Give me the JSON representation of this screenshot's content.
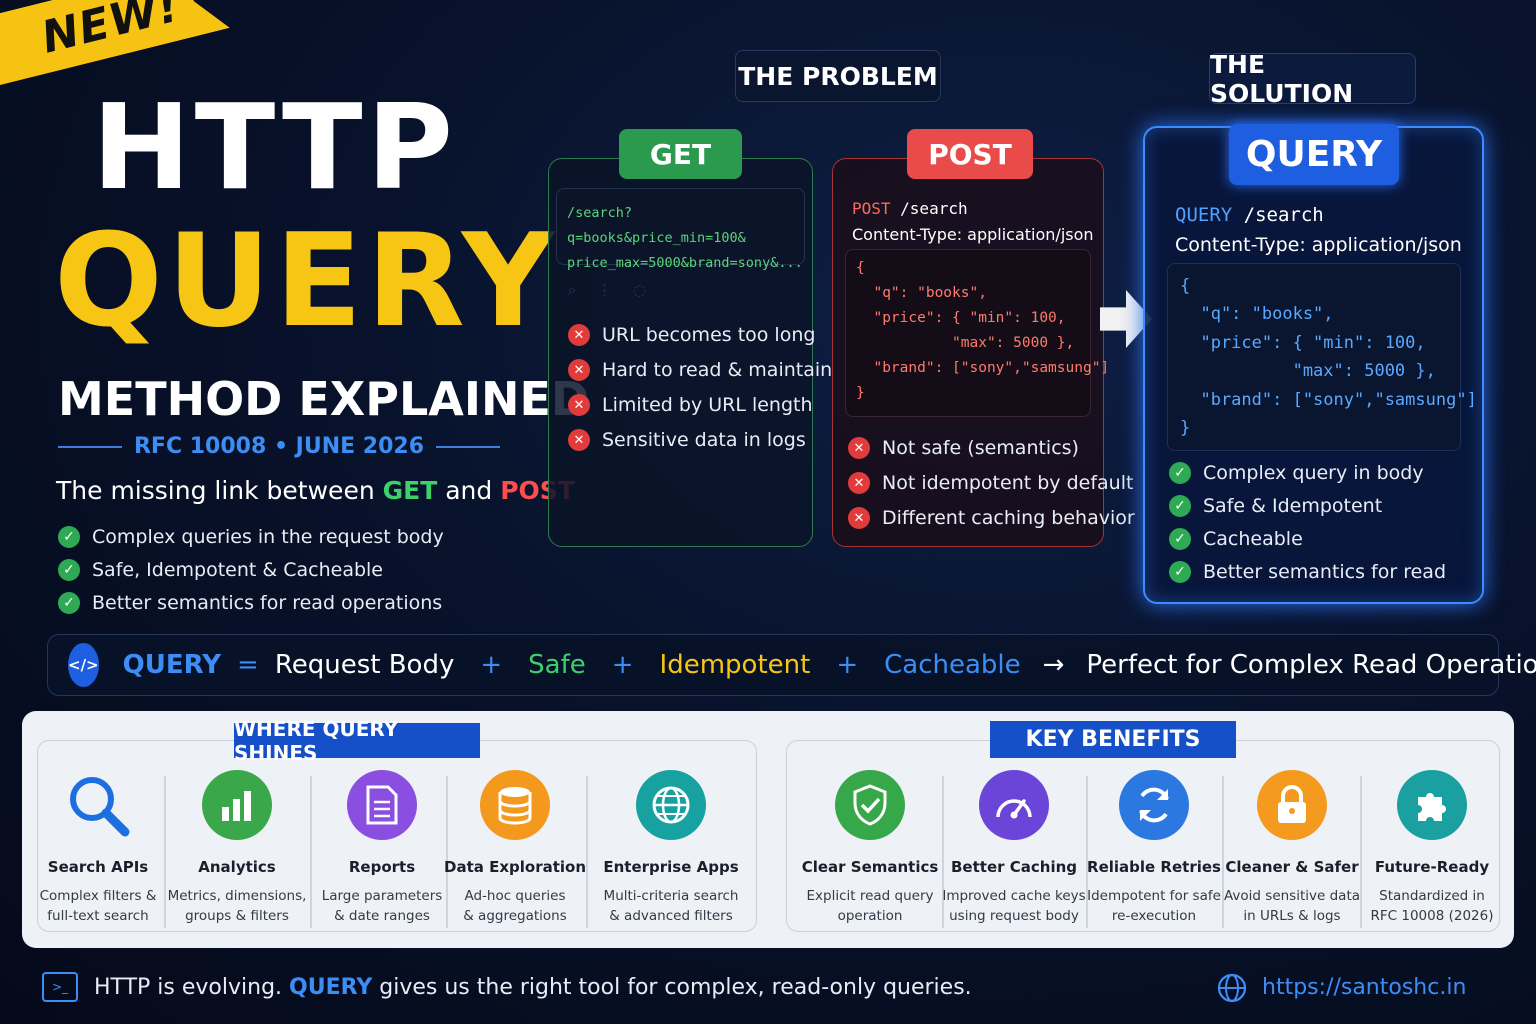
{
  "badge": "NEW!",
  "title": {
    "line1": "HTTP",
    "line2": "QUERY",
    "line3": "METHOD EXPLAINED"
  },
  "rfc": "RFC 10008 • JUNE 2026",
  "tagline": {
    "pre": "The missing link between ",
    "get": "GET",
    "mid": " and ",
    "post": "POST"
  },
  "left_points": [
    "Complex queries in the request body",
    "Safe, Idempotent & Cacheable",
    "Better semantics for read operations"
  ],
  "problem_label": "THE PROBLEM",
  "solution_label": "THE SOLUTION",
  "get": {
    "label": "GET",
    "url_line1": "/search?q=books&price_min=100&",
    "url_line2": "price_max=5000&brand=sony&...",
    "issues": [
      "URL becomes too long",
      "Hard to read & maintain",
      "Limited by URL length",
      "Sensitive data in logs"
    ]
  },
  "post": {
    "label": "POST",
    "method": "POST",
    "path": " /search",
    "content_type": "Content-Type: application/json",
    "body": "{\n  \"q\": \"books\",\n  \"price\": { \"min\": 100,\n           \"max\": 5000 },\n  \"brand\": [\"sony\",\"samsung\"]\n}",
    "issues": [
      "Not safe (semantics)",
      "Not idempotent by default",
      "Different caching behavior"
    ]
  },
  "query": {
    "label": "QUERY",
    "method": "QUERY",
    "path": " /search",
    "content_type": "Content-Type: application/json",
    "body": "{\n  \"q\": \"books\",\n  \"price\": { \"min\": 100,\n           \"max\": 5000 },\n  \"brand\": [\"sony\",\"samsung\"]\n}",
    "benefits": [
      "Complex query in body",
      "Safe & Idempotent",
      "Cacheable",
      "Better semantics for read"
    ]
  },
  "formula": {
    "icon": "</>",
    "query": "QUERY",
    "eq": "=",
    "body": "Request Body",
    "plus": "+",
    "safe": "Safe",
    "idempotent": "Idempotent",
    "cacheable": "Cacheable",
    "arrow": "→",
    "result": "Perfect for Complex Read Operations"
  },
  "shines": {
    "label": "WHERE QUERY SHINES",
    "items": [
      {
        "title": "Search APIs",
        "d1": "Complex filters &",
        "d2": "full-text search",
        "icon": "search-icon"
      },
      {
        "title": "Analytics",
        "d1": "Metrics, dimensions,",
        "d2": "groups & filters",
        "icon": "bar-chart-icon"
      },
      {
        "title": "Reports",
        "d1": "Large parameters",
        "d2": "& date ranges",
        "icon": "document-icon"
      },
      {
        "title": "Data Exploration",
        "d1": "Ad-hoc queries",
        "d2": "& aggregations",
        "icon": "database-icon"
      },
      {
        "title": "Enterprise Apps",
        "d1": "Multi-criteria search",
        "d2": "& advanced filters",
        "icon": "globe-icon"
      }
    ]
  },
  "benefits": {
    "label": "KEY BENEFITS",
    "items": [
      {
        "title": "Clear Semantics",
        "d1": "Explicit read query",
        "d2": "operation",
        "icon": "shield-check-icon"
      },
      {
        "title": "Better Caching",
        "d1": "Improved cache keys",
        "d2": "using request body",
        "icon": "gauge-icon"
      },
      {
        "title": "Reliable Retries",
        "d1": "Idempotent for safe",
        "d2": "re-execution",
        "icon": "refresh-icon"
      },
      {
        "title": "Cleaner & Safer",
        "d1": "Avoid sensitive data",
        "d2": "in URLs & logs",
        "icon": "lock-icon"
      },
      {
        "title": "Future-Ready",
        "d1": "Standardized in",
        "d2": "RFC 10008 (2026)",
        "icon": "puzzle-icon"
      }
    ]
  },
  "footer": {
    "pre": "HTTP is evolving. ",
    "query": "QUERY",
    "post": " gives us the right tool for complex, read-only queries.",
    "url": "https://santoshc.in"
  },
  "colors": {
    "get": "#2c9a4e",
    "post": "#e94b4b",
    "query": "#1d5fe0",
    "accent_yellow": "#f7c513"
  }
}
